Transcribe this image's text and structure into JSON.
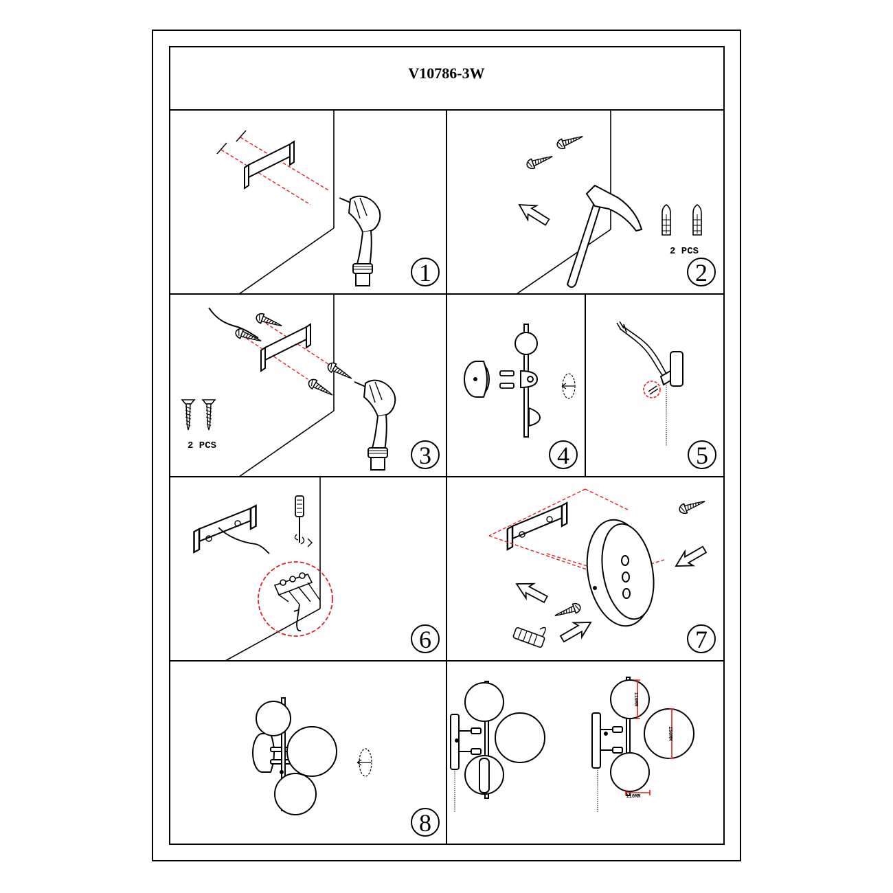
{
  "document": {
    "model": "V10786-3W"
  },
  "steps": [
    {
      "number": "1"
    },
    {
      "number": "2",
      "quantity_label": "2 PCS"
    },
    {
      "number": "3",
      "quantity_label": "2 PCS"
    },
    {
      "number": "4"
    },
    {
      "number": "5"
    },
    {
      "number": "6"
    },
    {
      "number": "7"
    },
    {
      "number": "8"
    }
  ],
  "dimensions": {
    "small_shade": "110MM",
    "large_shade": "150MM",
    "bottom_shade": "110MM"
  },
  "colors": {
    "line": "#000000",
    "guide": "#e02020",
    "paper": "#ffffff"
  },
  "icons": [
    "electric-drill-icon",
    "hammer-icon",
    "screwdriver-icon",
    "screw-icon",
    "wall-plug-icon",
    "arrow-icon",
    "rotation-icon"
  ]
}
